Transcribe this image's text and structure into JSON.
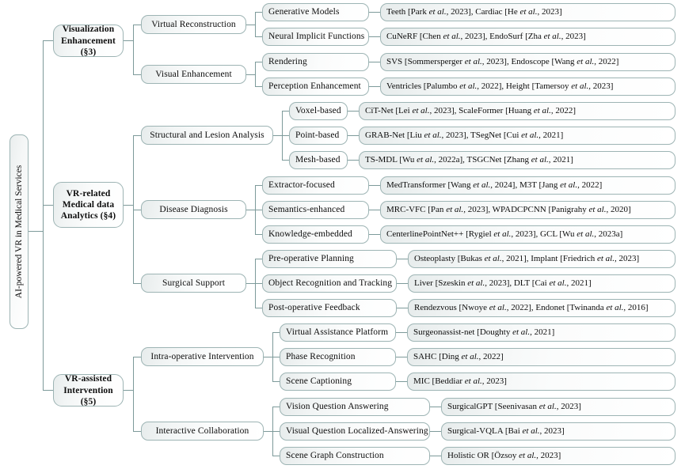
{
  "figure": {
    "type": "taxonomy-tree",
    "orientation": "left-to-right",
    "root": {
      "label": "AI-powered VR in Medical Services",
      "rotated": true
    },
    "colors": {
      "box_border": "#9db4b4",
      "connector": "#7d9a9a",
      "box_fill_left": "#e7ecec",
      "box_fill_right": "#ffffff",
      "text": "#0d0d0d",
      "page_background": "#ffffff"
    }
  },
  "branches": [
    {
      "id": "visualization-enhancement",
      "label": "Visualization\nEnhancement (§3)",
      "label_line1": "Visualization",
      "label_line2": "Enhancement (§3)",
      "children": [
        {
          "id": "virtual-reconstruction",
          "label": "Virtual Reconstruction",
          "children": [
            {
              "id": "generative-models",
              "label": "Generative Models",
              "leaf": "Teeth [Park et al., 2023], Cardiac [He et al., 2023]",
              "refs": [
                {
                  "name": "Teeth",
                  "authors": "Park et al.",
                  "year": "2023"
                },
                {
                  "name": "Cardiac",
                  "authors": "He et al.",
                  "year": "2023"
                }
              ]
            },
            {
              "id": "neural-implicit-functions",
              "label": "Neural Implicit Functions",
              "leaf": "CuNeRF [Chen et al., 2023], EndoSurf [Zha et al., 2023]",
              "refs": [
                {
                  "name": "CuNeRF",
                  "authors": "Chen et al.",
                  "year": "2023"
                },
                {
                  "name": "EndoSurf",
                  "authors": "Zha et al.",
                  "year": "2023"
                }
              ]
            }
          ]
        },
        {
          "id": "visual-enhancement",
          "label": "Visual Enhancement",
          "children": [
            {
              "id": "rendering",
              "label": "Rendering",
              "leaf": "SVS [Sommersperger et al., 2023], Endoscope [Wang et al., 2022]",
              "refs": [
                {
                  "name": "SVS",
                  "authors": "Sommersperger et al.",
                  "year": "2023"
                },
                {
                  "name": "Endoscope",
                  "authors": "Wang et al.",
                  "year": "2022"
                }
              ]
            },
            {
              "id": "perception-enhancement",
              "label": "Perception Enhancement",
              "leaf": "Ventricles [Palumbo et al., 2022], Height [Tamersoy et al., 2023]",
              "refs": [
                {
                  "name": "Ventricles",
                  "authors": "Palumbo et al.",
                  "year": "2022"
                },
                {
                  "name": "Height",
                  "authors": "Tamersoy et al.",
                  "year": "2023"
                }
              ]
            }
          ]
        }
      ]
    },
    {
      "id": "vr-related-medical-data-analytics",
      "label": "VR-related\nMedical data\nAnalytics (§4)",
      "label_line1": "VR-related",
      "label_line2": "Medical data",
      "label_line3": "Analytics (§4)",
      "children": [
        {
          "id": "structural-and-lesion-analysis",
          "label": "Structural and Lesion Analysis",
          "children": [
            {
              "id": "voxel-based",
              "label": "Voxel-based",
              "leaf": "CiT-Net [Lei et al., 2023], ScaleFormer [Huang et al., 2022]",
              "refs": [
                {
                  "name": "CiT-Net",
                  "authors": "Lei et al.",
                  "year": "2023"
                },
                {
                  "name": "ScaleFormer",
                  "authors": "Huang et al.",
                  "year": "2022"
                }
              ]
            },
            {
              "id": "point-based",
              "label": "Point-based",
              "leaf": "GRAB-Net [Liu et al., 2023], TSegNet [Cui et al., 2021]",
              "refs": [
                {
                  "name": "GRAB-Net",
                  "authors": "Liu et al.",
                  "year": "2023"
                },
                {
                  "name": "TSegNet",
                  "authors": "Cui et al.",
                  "year": "2021"
                }
              ]
            },
            {
              "id": "mesh-based",
              "label": "Mesh-based",
              "leaf": "TS-MDL [Wu et al., 2022a], TSGCNet [Zhang et al., 2021]",
              "refs": [
                {
                  "name": "TS-MDL",
                  "authors": "Wu et al.",
                  "year": "2022a"
                },
                {
                  "name": "TSGCNet",
                  "authors": "Zhang et al.",
                  "year": "2021"
                }
              ]
            }
          ]
        },
        {
          "id": "disease-diagnosis",
          "label": "Disease Diagnosis",
          "children": [
            {
              "id": "extractor-focused",
              "label": "Extractor-focused",
              "leaf": "MedTransformer [Wang et al., 2024], M3T [Jang et al., 2022]",
              "refs": [
                {
                  "name": "MedTransformer",
                  "authors": "Wang et al.",
                  "year": "2024"
                },
                {
                  "name": "M3T",
                  "authors": "Jang et al.",
                  "year": "2022"
                }
              ]
            },
            {
              "id": "semantics-enhanced",
              "label": "Semantics-enhanced",
              "leaf": "MRC-VFC [Pan et al., 2023], WPADCPCNN [Panigrahy et al., 2020]",
              "refs": [
                {
                  "name": "MRC-VFC",
                  "authors": "Pan et al.",
                  "year": "2023"
                },
                {
                  "name": "WPADCPCNN",
                  "authors": "Panigrahy et al.",
                  "year": "2020"
                }
              ]
            },
            {
              "id": "knowledge-embedded",
              "label": "Knowledge-embedded",
              "leaf": "CenterlinePointNet++ [Rygiel et al., 2023], GCL [Wu et al., 2023a]",
              "refs": [
                {
                  "name": "CenterlinePointNet++",
                  "authors": "Rygiel et al.",
                  "year": "2023"
                },
                {
                  "name": "GCL",
                  "authors": "Wu et al.",
                  "year": "2023a"
                }
              ]
            }
          ]
        },
        {
          "id": "surgical-support",
          "label": "Surgical Support",
          "children": [
            {
              "id": "pre-operative-planning",
              "label": "Pre-operative Planning",
              "leaf": "Osteoplasty [Bukas et al., 2021], Implant [Friedrich et al., 2023]",
              "refs": [
                {
                  "name": "Osteoplasty",
                  "authors": "Bukas et al.",
                  "year": "2021"
                },
                {
                  "name": "Implant",
                  "authors": "Friedrich et al.",
                  "year": "2023"
                }
              ]
            },
            {
              "id": "object-recognition-and-tracking",
              "label": "Object Recognition and Tracking",
              "leaf": "Liver [Szeskin et al., 2023], DLT [Cai et al., 2021]",
              "refs": [
                {
                  "name": "Liver",
                  "authors": "Szeskin et al.",
                  "year": "2023"
                },
                {
                  "name": "DLT",
                  "authors": "Cai et al.",
                  "year": "2021"
                }
              ]
            },
            {
              "id": "post-operative-feedback",
              "label": "Post-operative Feedback",
              "leaf": "Rendezvous [Nwoye et al., 2022], Endonet [Twinanda et al., 2016]",
              "refs": [
                {
                  "name": "Rendezvous",
                  "authors": "Nwoye et al.",
                  "year": "2022"
                },
                {
                  "name": "Endonet",
                  "authors": "Twinanda et al.",
                  "year": "2016"
                }
              ]
            }
          ]
        }
      ]
    },
    {
      "id": "vr-assisted-intervention",
      "label": "VR-assisted\nIntervention (§5)",
      "label_line1": "VR-assisted",
      "label_line2": "Intervention (§5)",
      "children": [
        {
          "id": "intra-operative-intervention",
          "label": "Intra-operative Intervention",
          "children": [
            {
              "id": "virtual-assistance-platform",
              "label": "Virtual Assistance Platform",
              "leaf": "Surgeonassist-net [Doughty et al., 2021]",
              "refs": [
                {
                  "name": "Surgeonassist-net",
                  "authors": "Doughty et al.",
                  "year": "2021"
                }
              ]
            },
            {
              "id": "phase-recognition",
              "label": "Phase Recognition",
              "leaf": "SAHC [Ding et al., 2022]",
              "refs": [
                {
                  "name": "SAHC",
                  "authors": "Ding et al.",
                  "year": "2022"
                }
              ]
            },
            {
              "id": "scene-captioning",
              "label": "Scene Captioning",
              "leaf": "MIC [Beddiar et al., 2023]",
              "refs": [
                {
                  "name": "MIC",
                  "authors": "Beddiar et al.",
                  "year": "2023"
                }
              ]
            }
          ]
        },
        {
          "id": "interactive-collaboration",
          "label": "Interactive Collaboration",
          "children": [
            {
              "id": "vision-question-answering",
              "label": "Vision Question Answering",
              "leaf": "SurgicalGPT [Seenivasan et al., 2023]",
              "refs": [
                {
                  "name": "SurgicalGPT",
                  "authors": "Seenivasan et al.",
                  "year": "2023"
                }
              ]
            },
            {
              "id": "visual-question-localized-answering",
              "label": "Visual Question Localized-Answering",
              "leaf": "Surgical-VQLA [Bai et al., 2023]",
              "refs": [
                {
                  "name": "Surgical-VQLA",
                  "authors": "Bai et al.",
                  "year": "2023"
                }
              ]
            },
            {
              "id": "scene-graph-construction",
              "label": "Scene Graph Construction",
              "leaf": "Holistic OR [Özsoy et al., 2023]",
              "refs": [
                {
                  "name": "Holistic OR",
                  "authors": "Özsoy et al.",
                  "year": "2023"
                }
              ]
            }
          ]
        }
      ]
    }
  ]
}
